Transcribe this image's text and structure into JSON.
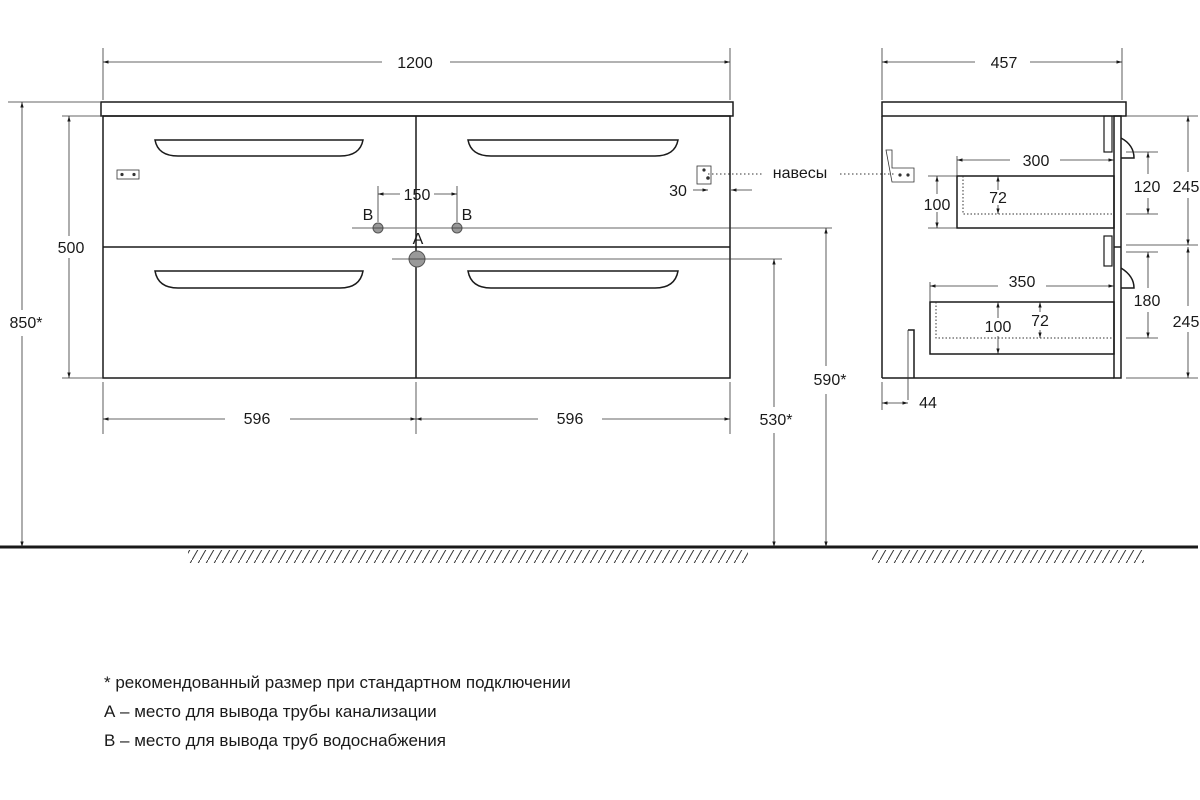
{
  "front_view": {
    "width_total": "1200",
    "width_left": "596",
    "width_right": "596",
    "height_total": "850*",
    "body_height": "500",
    "spacing_b": "150",
    "label_b_left": "B",
    "label_b_right": "B",
    "label_a": "A",
    "hinge_offset": "30",
    "height_a": "590*",
    "height_b": "530*",
    "hinges_label": "навесы"
  },
  "side_view": {
    "depth": "457",
    "upper_drawer_depth": "300",
    "lower_drawer_depth": "350",
    "upper_drawer_height": "100",
    "upper_drawer_inner": "72",
    "lower_drawer_height": "100",
    "lower_drawer_inner": "72",
    "upper_gap": "120",
    "lower_gap": "180",
    "upper_front_height": "245",
    "lower_front_height": "245",
    "plinth_offset": "44"
  },
  "notes": [
    "* рекомендованный размер при стандартном подключении",
    "А – место для вывода трубы канализации",
    "В – место для вывода труб водоснабжения"
  ]
}
